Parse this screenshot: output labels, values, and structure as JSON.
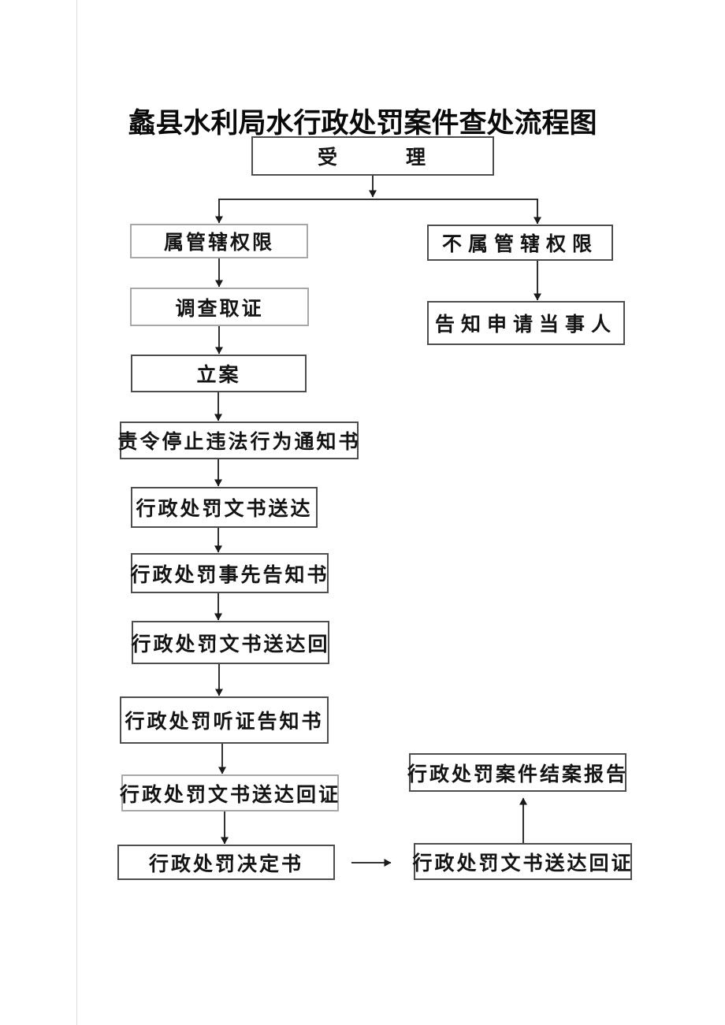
{
  "title": "蠡县水利局水行政处罚案件查处流程图",
  "colors": {
    "box_border_dark": "#4d4d4d",
    "box_border_light": "#a8a8a8",
    "text": "#141414",
    "arrow_line": "#1a1a1a",
    "page_background": "#ffffff"
  },
  "flowchart": {
    "nodes": [
      {
        "id": "accept",
        "label": "受　　　理"
      },
      {
        "id": "within-jurisdiction",
        "label": "属管辖权限"
      },
      {
        "id": "outside-jurisdiction",
        "label": "不属管辖权限"
      },
      {
        "id": "investigate-evidence",
        "label": "调查取证"
      },
      {
        "id": "notify-applicant",
        "label": "告知申请当事人"
      },
      {
        "id": "file-case",
        "label": "立案"
      },
      {
        "id": "order-stop-violation-notice",
        "label": "责令停止违法行为通知书"
      },
      {
        "id": "penalty-document-service",
        "label": "行政处罚文书送达"
      },
      {
        "id": "penalty-prior-notice",
        "label": "行政处罚事先告知书"
      },
      {
        "id": "penalty-document-service-receipt",
        "label": "行政处罚文书送达回"
      },
      {
        "id": "penalty-hearing-notice",
        "label": "行政处罚听证告知书"
      },
      {
        "id": "penalty-service-receipt-cert",
        "label": "行政处罚文书送达回证"
      },
      {
        "id": "penalty-decision",
        "label": "行政处罚决定书"
      },
      {
        "id": "case-closing-report",
        "label": "行政处罚案件结案报告"
      },
      {
        "id": "penalty-service-receipt-cert-2",
        "label": "行政处罚文书送达回证"
      }
    ],
    "edges": [
      {
        "from": "accept",
        "to": "within-jurisdiction"
      },
      {
        "from": "accept",
        "to": "outside-jurisdiction"
      },
      {
        "from": "within-jurisdiction",
        "to": "investigate-evidence"
      },
      {
        "from": "outside-jurisdiction",
        "to": "notify-applicant"
      },
      {
        "from": "investigate-evidence",
        "to": "file-case"
      },
      {
        "from": "file-case",
        "to": "order-stop-violation-notice"
      },
      {
        "from": "order-stop-violation-notice",
        "to": "penalty-document-service"
      },
      {
        "from": "penalty-document-service",
        "to": "penalty-prior-notice"
      },
      {
        "from": "penalty-prior-notice",
        "to": "penalty-document-service-receipt"
      },
      {
        "from": "penalty-document-service-receipt",
        "to": "penalty-hearing-notice"
      },
      {
        "from": "penalty-hearing-notice",
        "to": "penalty-service-receipt-cert"
      },
      {
        "from": "penalty-service-receipt-cert",
        "to": "penalty-decision"
      },
      {
        "from": "penalty-decision",
        "to": "penalty-service-receipt-cert-2"
      },
      {
        "from": "penalty-service-receipt-cert-2",
        "to": "case-closing-report"
      }
    ]
  }
}
